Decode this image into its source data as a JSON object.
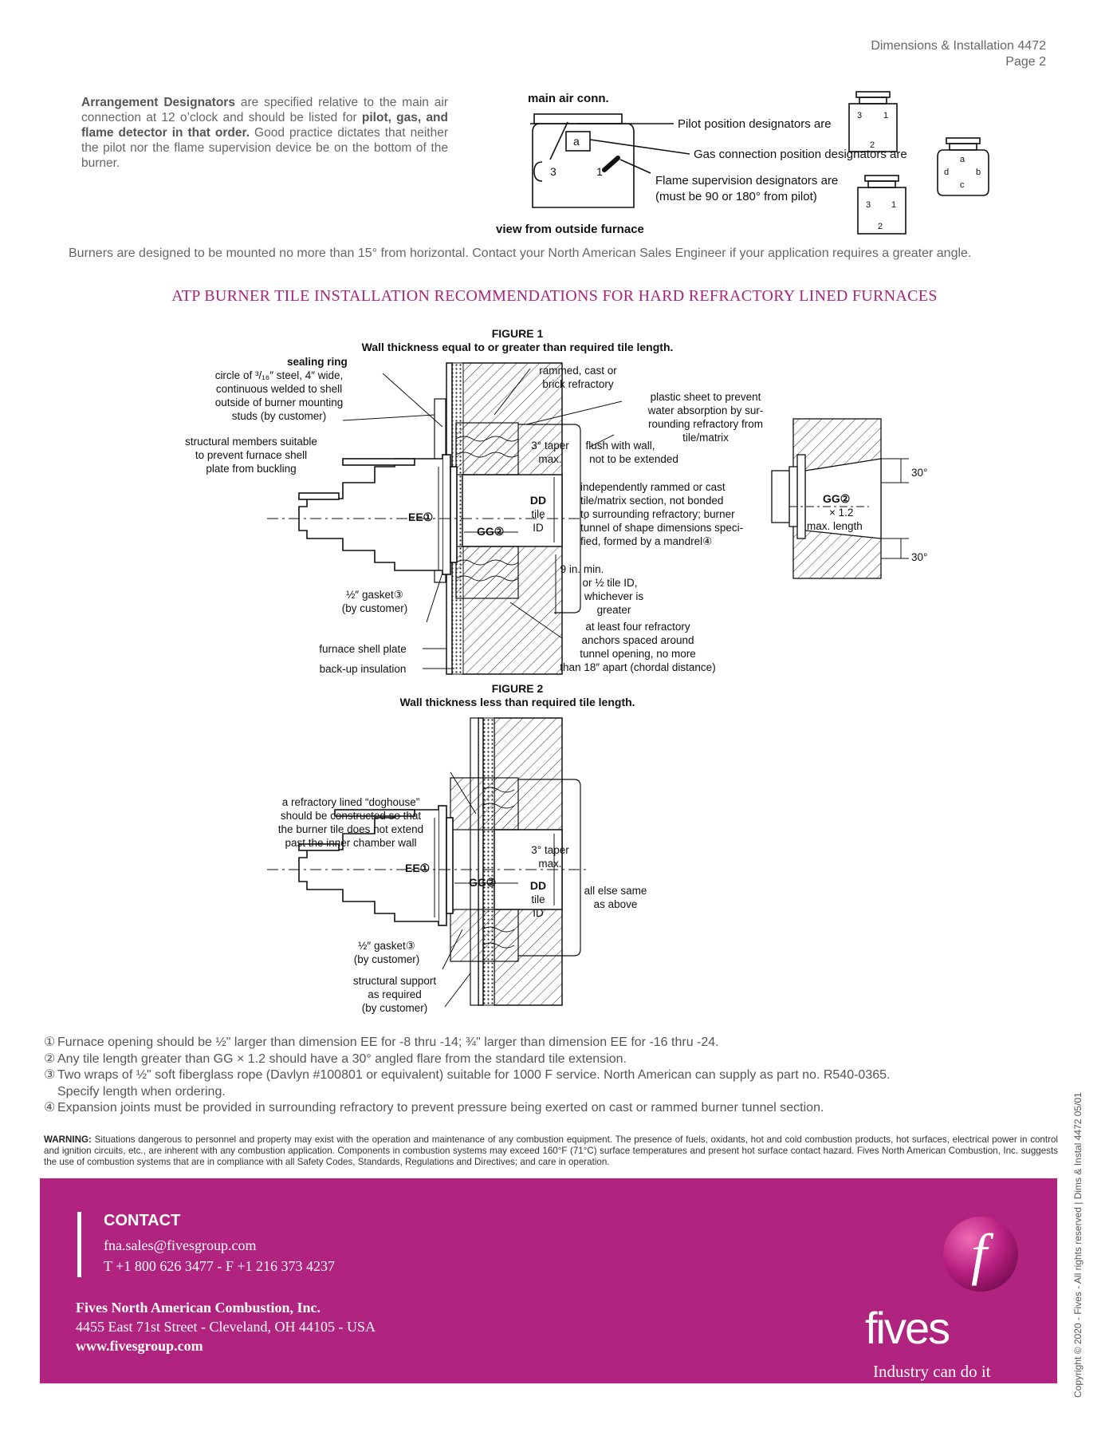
{
  "header": {
    "doc_title": "Dimensions & Installation 4472",
    "page": "Page 2"
  },
  "intro": {
    "bold1": "Arrangement Designators",
    "text1": " are specified relative to the main air connection at 12 o’clock and should be listed for ",
    "bold2": "pilot, gas, and flame detector in that order.",
    "text2": " Good practice dictates that neither the pilot nor the flame supervision device be on the bottom of the burner."
  },
  "designator_diagram": {
    "main_air": "main air conn.",
    "pilot_label": "Pilot position designators are",
    "gas_label": "Gas connection position designators are",
    "flame_label_1": "Flame supervision designators are",
    "flame_label_2": "(must be 90 or 180° from pilot)",
    "view_label": "view from outside furnace",
    "burner_a": "a",
    "burner_3": "3",
    "burner_1": "1",
    "pilot_box": [
      "3",
      "1",
      "2"
    ],
    "gas_box": [
      "a",
      "d",
      "b",
      "c"
    ],
    "flame_box": [
      "3",
      "1",
      "2"
    ]
  },
  "angle_note": "Burners are designed to be mounted no more than 15° from horizontal. Contact your North American Sales Engineer if your application requires a greater angle.",
  "section_title": "ATP BURNER TILE INSTALLATION RECOMMENDATIONS FOR HARD REFRACTORY LINED FURNACES",
  "figure1": {
    "title": "FIGURE 1",
    "subtitle": "Wall thickness equal to or greater than required tile length.",
    "sealing_ring_title": "sealing ring",
    "sealing_ring_lines": [
      "circle of ³/₁₆″ steel, 4″ wide,",
      "continuous welded to shell",
      "outside of burner mounting",
      "studs (by customer)"
    ],
    "structural_lines": [
      "structural members suitable",
      "to prevent furnace shell",
      "plate from buckling"
    ],
    "rammed_lines": [
      "rammed, cast or",
      "brick refractory"
    ],
    "plastic_lines": [
      "plastic sheet to prevent",
      "water absorption by sur-",
      "rounding refractory from",
      "tile/matrix"
    ],
    "taper_lines": [
      "3° taper",
      "max."
    ],
    "flush_lines": [
      "flush with wall,",
      "not to be extended"
    ],
    "independent_lines": [
      "independently rammed or cast",
      "tile/matrix section, not bonded",
      "to surrounding refractory; burner",
      "tunnel of shape dimensions speci-",
      "fied, formed by a mandrel④"
    ],
    "dd_lines": [
      "DD",
      "tile",
      "ID"
    ],
    "ee": "EE①",
    "gg": "GG②",
    "nine_in_lines": [
      "9 in. min.",
      "or ½ tile ID,",
      "whichever is",
      "greater"
    ],
    "gasket_lines": [
      "½″ gasket③",
      "(by customer)"
    ],
    "anchors_lines": [
      "at least four refractory",
      "anchors spaced around",
      "tunnel opening, no more",
      "than 18″ apart (chordal distance)"
    ],
    "shell_plate": "furnace shell plate",
    "backup": "back-up insulation"
  },
  "side_figure": {
    "angle_top": "30°",
    "angle_bottom": "30°",
    "gg": "GG②",
    "mult": "× 1.2",
    "max_length": "max. length"
  },
  "figure2": {
    "title": "FIGURE 2",
    "subtitle": "Wall thickness less than required tile length.",
    "doghouse_lines": [
      "a refractory lined “doghouse”",
      "should be constructed so that",
      "the burner tile does not extend",
      "past the inner chamber wall"
    ],
    "taper_lines": [
      "3° taper",
      "max."
    ],
    "dd_lines": [
      "DD",
      "tile",
      "ID"
    ],
    "ee": "EE①",
    "gg": "GG②",
    "else_lines": [
      "all else same",
      "as above"
    ],
    "gasket_lines": [
      "½″ gasket③",
      "(by customer)"
    ],
    "support_lines": [
      "structural support",
      "as required",
      "(by customer)"
    ]
  },
  "notes": [
    {
      "num": "①",
      "text": "Furnace opening should be ½\" larger than dimension EE for -8 thru -14; ¾\" larger than dimension EE for -16 thru -24."
    },
    {
      "num": "②",
      "text": "Any tile length greater than GG × 1.2 should have a 30° angled flare from the standard tile extension."
    },
    {
      "num": "③",
      "text": "Two wraps of ½\" soft fiberglass rope (Davlyn #100801 or equivalent) suitable for 1000 F service. North American can supply as part no. R540-0365."
    },
    {
      "num": "",
      "text": "Specify length when ordering."
    },
    {
      "num": "④",
      "text": "Expansion joints must be provided in surrounding refractory to prevent pressure being exerted on cast or rammed burner tunnel section."
    }
  ],
  "warning": {
    "label": "WARNING:",
    "text": " Situations dangerous to personnel and property may exist with the operation and maintenance of any combustion equipment. The presence of fuels, oxidants, hot and cold combustion products, hot surfaces, electrical power in control and ignition circuits, etc., are inherent with any combustion application. Components in combustion systems may exceed 160°F (71°C) surface temperatures and present hot surface contact hazard. Fives North American Combustion, Inc. suggests the use of combustion systems that are in compliance with all Safety Codes, Standards, Regulations and Directives; and care in operation."
  },
  "footer": {
    "contact_title": "CONTACT",
    "email": "fna.sales@fivesgroup.com",
    "phone": "T +1 800 626 3477 - F +1 216 373 4237",
    "company": "Fives North American Combustion, Inc.",
    "address": "4455 East 71st Street - Cleveland, OH 44105 - USA",
    "website": "www.fivesgroup.com",
    "brand": "fives",
    "tagline": "Industry can do it",
    "logo_letter": "f",
    "bg_color": "#b0247f"
  },
  "copyright": "Copyright © 2020 - Fives - All rights reserved | Dims & Instal 4472 05/01"
}
